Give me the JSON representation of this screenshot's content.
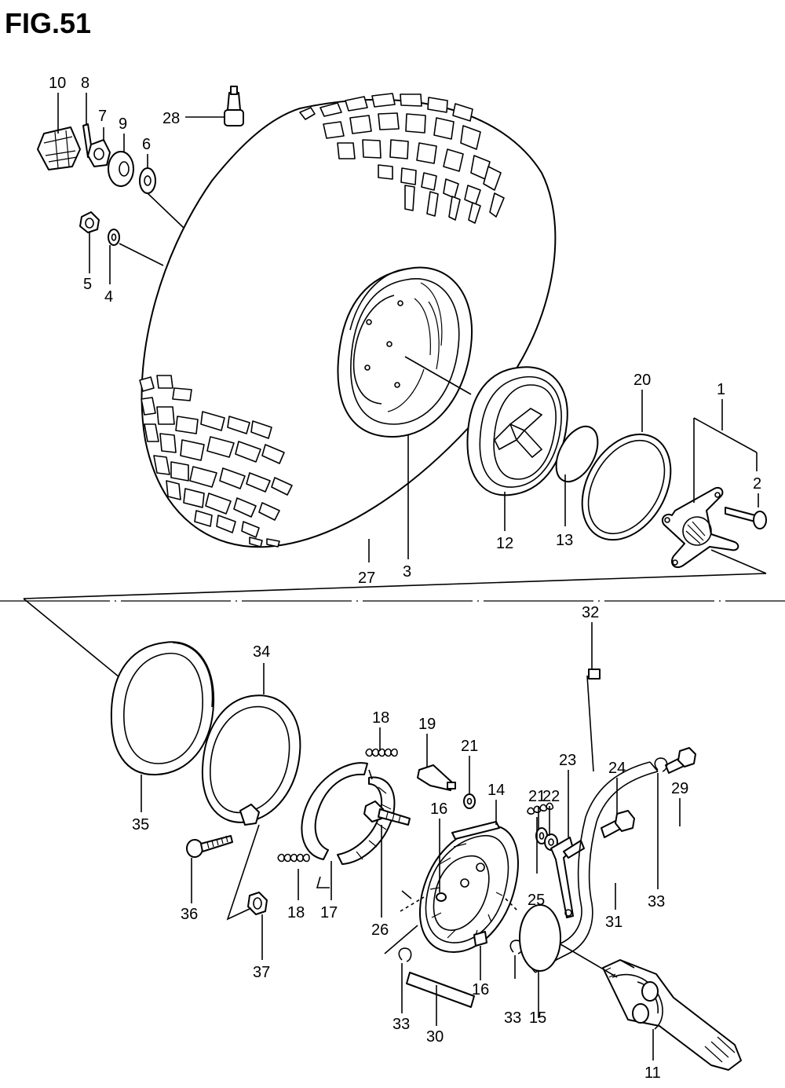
{
  "title": "FIG.51",
  "labels": {
    "l1": "1",
    "l2": "2",
    "l3": "3",
    "l4": "4",
    "l5": "5",
    "l6": "6",
    "l7": "7",
    "l8": "8",
    "l9": "9",
    "l10": "10",
    "l11": "11",
    "l12": "12",
    "l13": "13",
    "l14": "14",
    "l15": "15",
    "l16": "16",
    "l17": "17",
    "l18": "18",
    "l19": "19",
    "l20": "20",
    "l21": "21",
    "l22": "22",
    "l23": "23",
    "l24": "24",
    "l25": "25",
    "l26": "26",
    "l27": "27",
    "l28": "28",
    "l29": "29",
    "l30": "30",
    "l31": "31",
    "l32": "32",
    "l33": "33",
    "l34": "34",
    "l35": "35",
    "l36": "36",
    "l37": "37"
  }
}
